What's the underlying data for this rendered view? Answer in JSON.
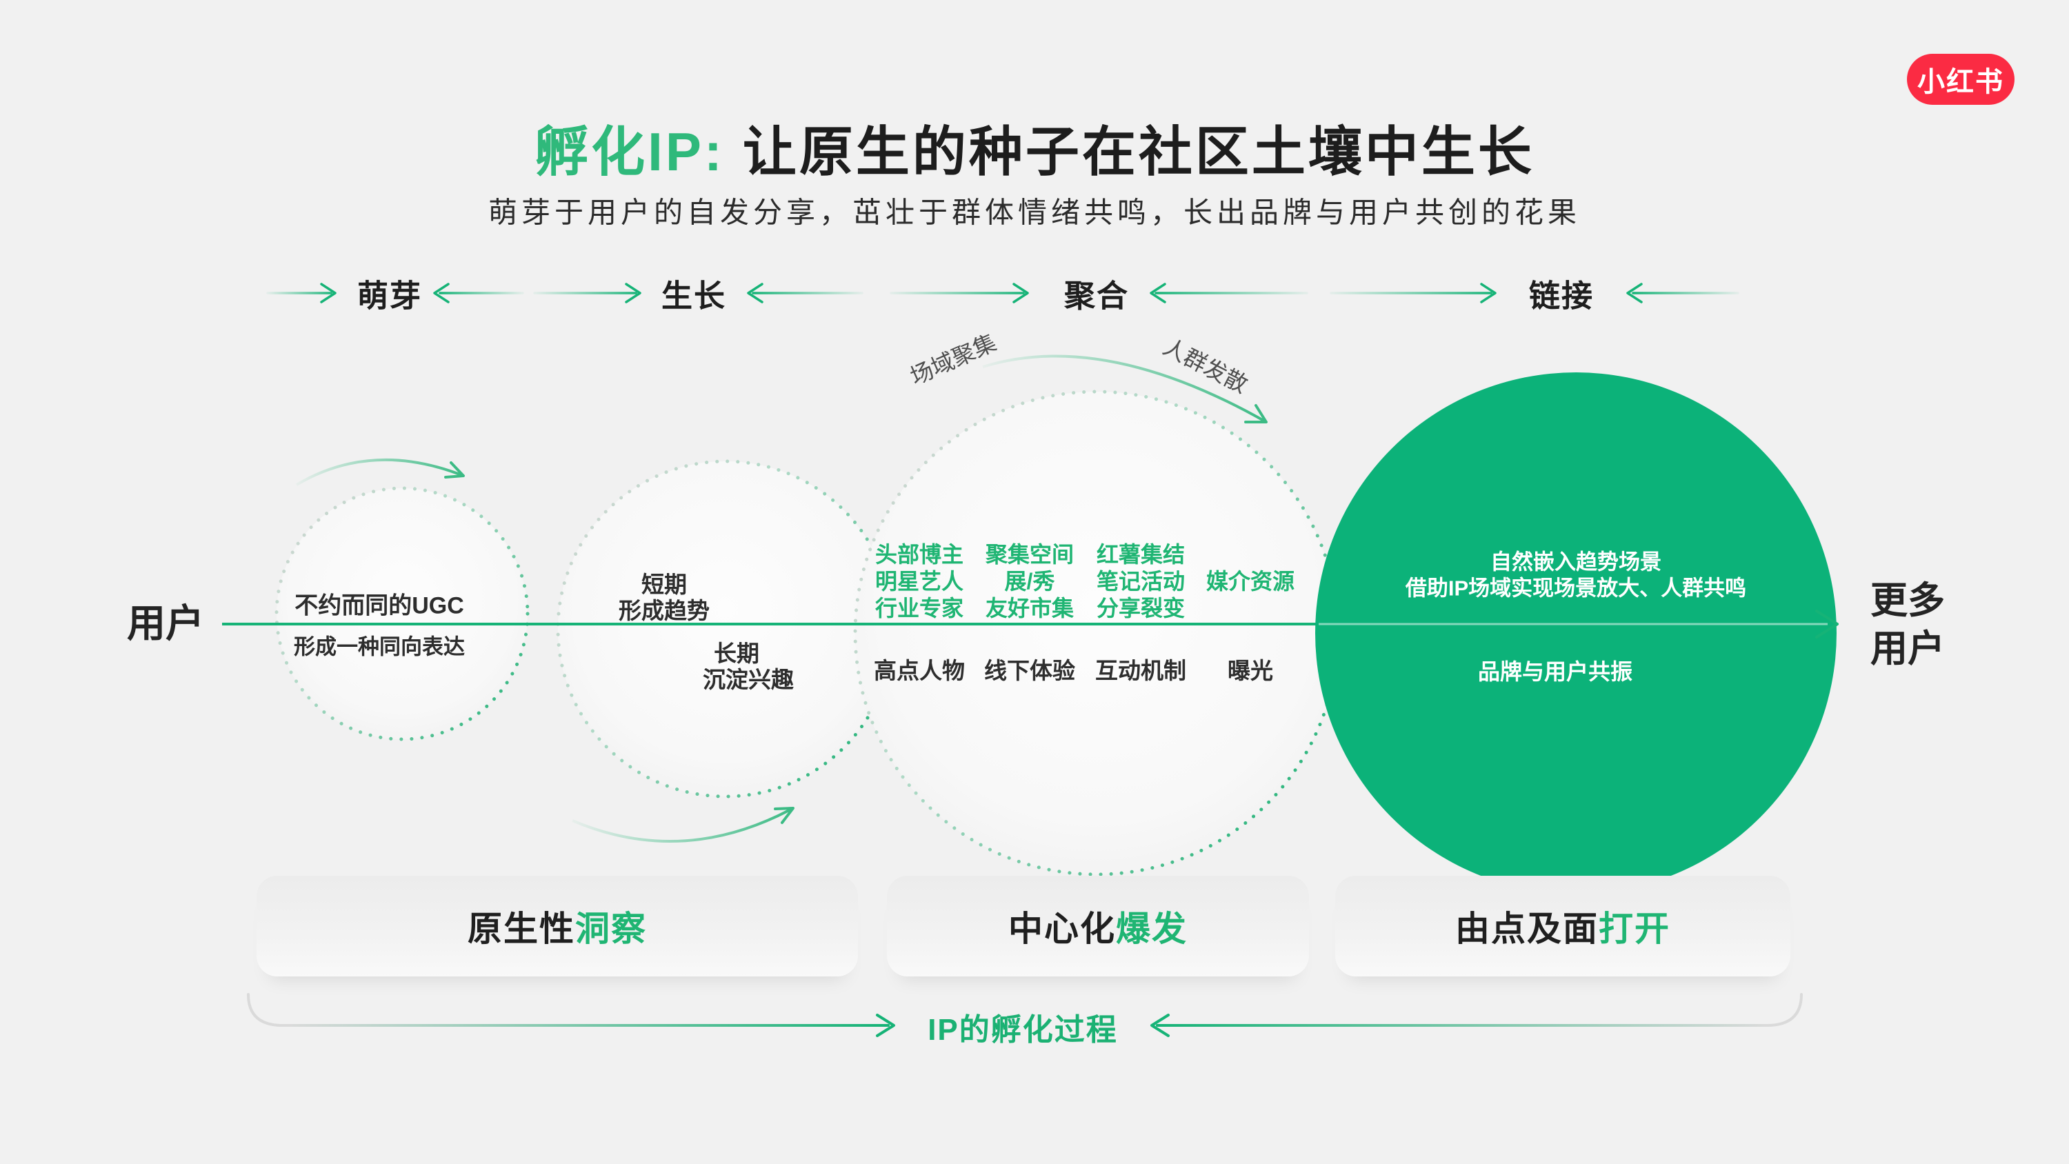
{
  "colors": {
    "background": "#F1F1F1",
    "accent_green": "#1FB573",
    "line_green": "#16B377",
    "circle_green": "#0CB279",
    "brand_red": "#FB2B43"
  },
  "logo": {
    "text": "小红书"
  },
  "title": {
    "highlight": "孵化IP:",
    "rest": "让原生的种子在社区土壤中生长"
  },
  "subtitle": "萌芽于用户的自发分享，茁壮于群体情绪共鸣，长出品牌与用户共创的花果",
  "stages": [
    {
      "label": "萌芽"
    },
    {
      "label": "生长"
    },
    {
      "label": "聚合"
    },
    {
      "label": "链接"
    }
  ],
  "axis": {
    "start_label": "用户",
    "end_label_line1": "更多",
    "end_label_line2": "用户"
  },
  "seed_circle": {
    "line1": "不约而同的UGC",
    "line2": "形成一种同向表达"
  },
  "growth_circle": {
    "short_term_line1": "短期",
    "short_term_line2": "形成趋势",
    "long_term_line1": "长期",
    "long_term_line2": "沉淀兴趣"
  },
  "aggregation_circle": {
    "arc_label_left": "场域聚集",
    "arc_label_right": "人群发散",
    "col1": {
      "r1": "头部博主",
      "r2": "明星艺人",
      "r3": "行业专家",
      "bottom": "高点人物"
    },
    "col2": {
      "r1": "聚集空间",
      "r2": "展/秀",
      "r3": "友好市集",
      "bottom": "线下体验"
    },
    "col3": {
      "r1": "红薯集结",
      "r2": "笔记活动",
      "r3": "分享裂变",
      "bottom": "互动机制"
    },
    "col4": {
      "r1": "媒介资源",
      "bottom": "曝光"
    }
  },
  "link_circle": {
    "line1": "自然嵌入趋势场景",
    "line2": "借助IP场域实现场景放大、人群共鸣",
    "bottom": "品牌与用户共振"
  },
  "cards": [
    {
      "plain": "原生性",
      "accent": "洞察"
    },
    {
      "plain": "中心化",
      "accent": "爆发"
    },
    {
      "plain": "由点及面",
      "accent": "打开"
    }
  ],
  "footer": {
    "label": "IP的孵化过程"
  }
}
